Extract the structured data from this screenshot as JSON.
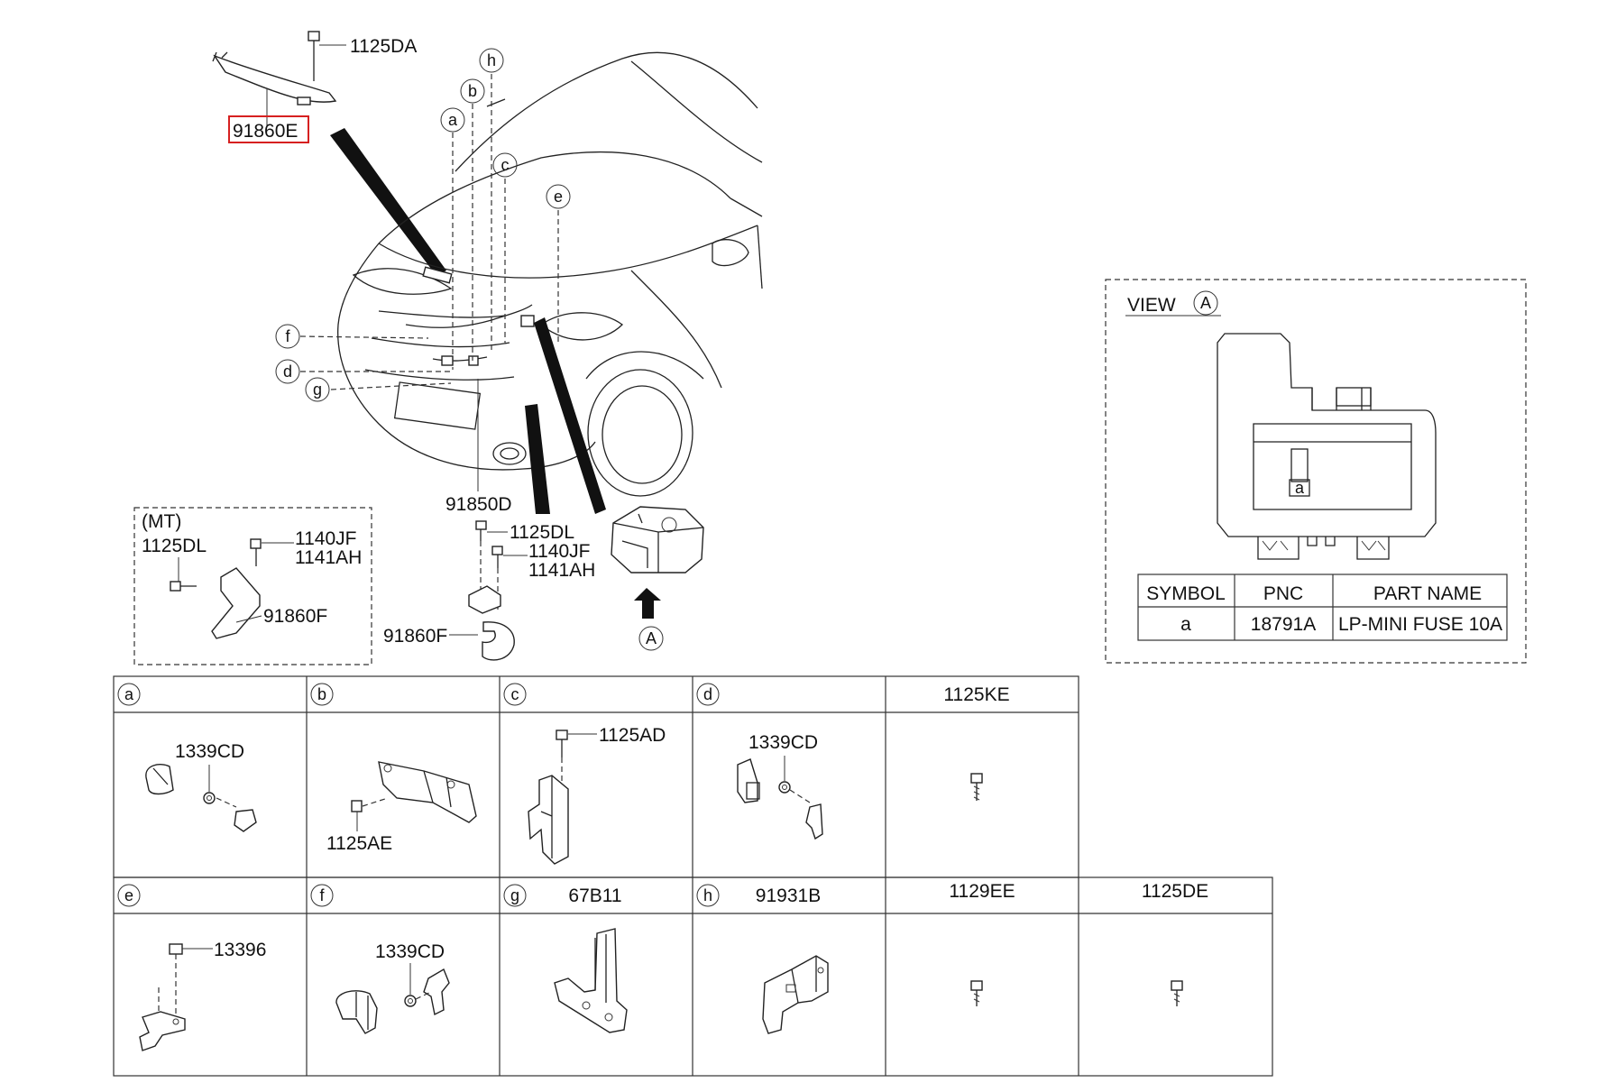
{
  "main_diagram": {
    "callouts": {
      "p_1125DA": "1125DA",
      "p_91860E": "91860E",
      "p_91850D": "91850D",
      "p_1125DL": "1125DL",
      "p_1140JF": "1140JF",
      "p_1141AH": "1141AH",
      "p_91860F": "91860F",
      "view_ref": "A"
    },
    "letters": [
      "a",
      "b",
      "c",
      "d",
      "e",
      "f",
      "g",
      "h"
    ],
    "highlight_color": "#d62020"
  },
  "mt_inset": {
    "title": "(MT)",
    "p_1125DL": "1125DL",
    "p_1140JF": "1140JF",
    "p_1141AH": "1141AH",
    "p_91860F": "91860F"
  },
  "view_panel": {
    "title": "VIEW",
    "ref": "A",
    "slot_symbol": "a",
    "table": {
      "headers": [
        "SYMBOL",
        "PNC",
        "PART NAME"
      ],
      "row": [
        "a",
        "18791A",
        "LP-MINI FUSE 10A"
      ]
    }
  },
  "parts_grid": {
    "row1": [
      {
        "letter": "a",
        "title": "",
        "parts": [
          "1339CD"
        ]
      },
      {
        "letter": "b",
        "title": "",
        "parts": [
          "1125AE"
        ]
      },
      {
        "letter": "c",
        "title": "",
        "parts": [
          "1125AD"
        ]
      },
      {
        "letter": "d",
        "title": "",
        "parts": [
          "1339CD"
        ]
      },
      {
        "letter": "",
        "title": "1125KE",
        "parts": []
      }
    ],
    "row2": [
      {
        "letter": "e",
        "title": "",
        "parts": [
          "13396"
        ]
      },
      {
        "letter": "f",
        "title": "",
        "parts": [
          "1339CD"
        ]
      },
      {
        "letter": "g",
        "title": "67B11",
        "parts": []
      },
      {
        "letter": "h",
        "title": "91931B",
        "parts": []
      },
      {
        "letter": "",
        "title": "1129EE",
        "parts": []
      },
      {
        "letter": "",
        "title": "1125DE",
        "parts": []
      }
    ]
  }
}
